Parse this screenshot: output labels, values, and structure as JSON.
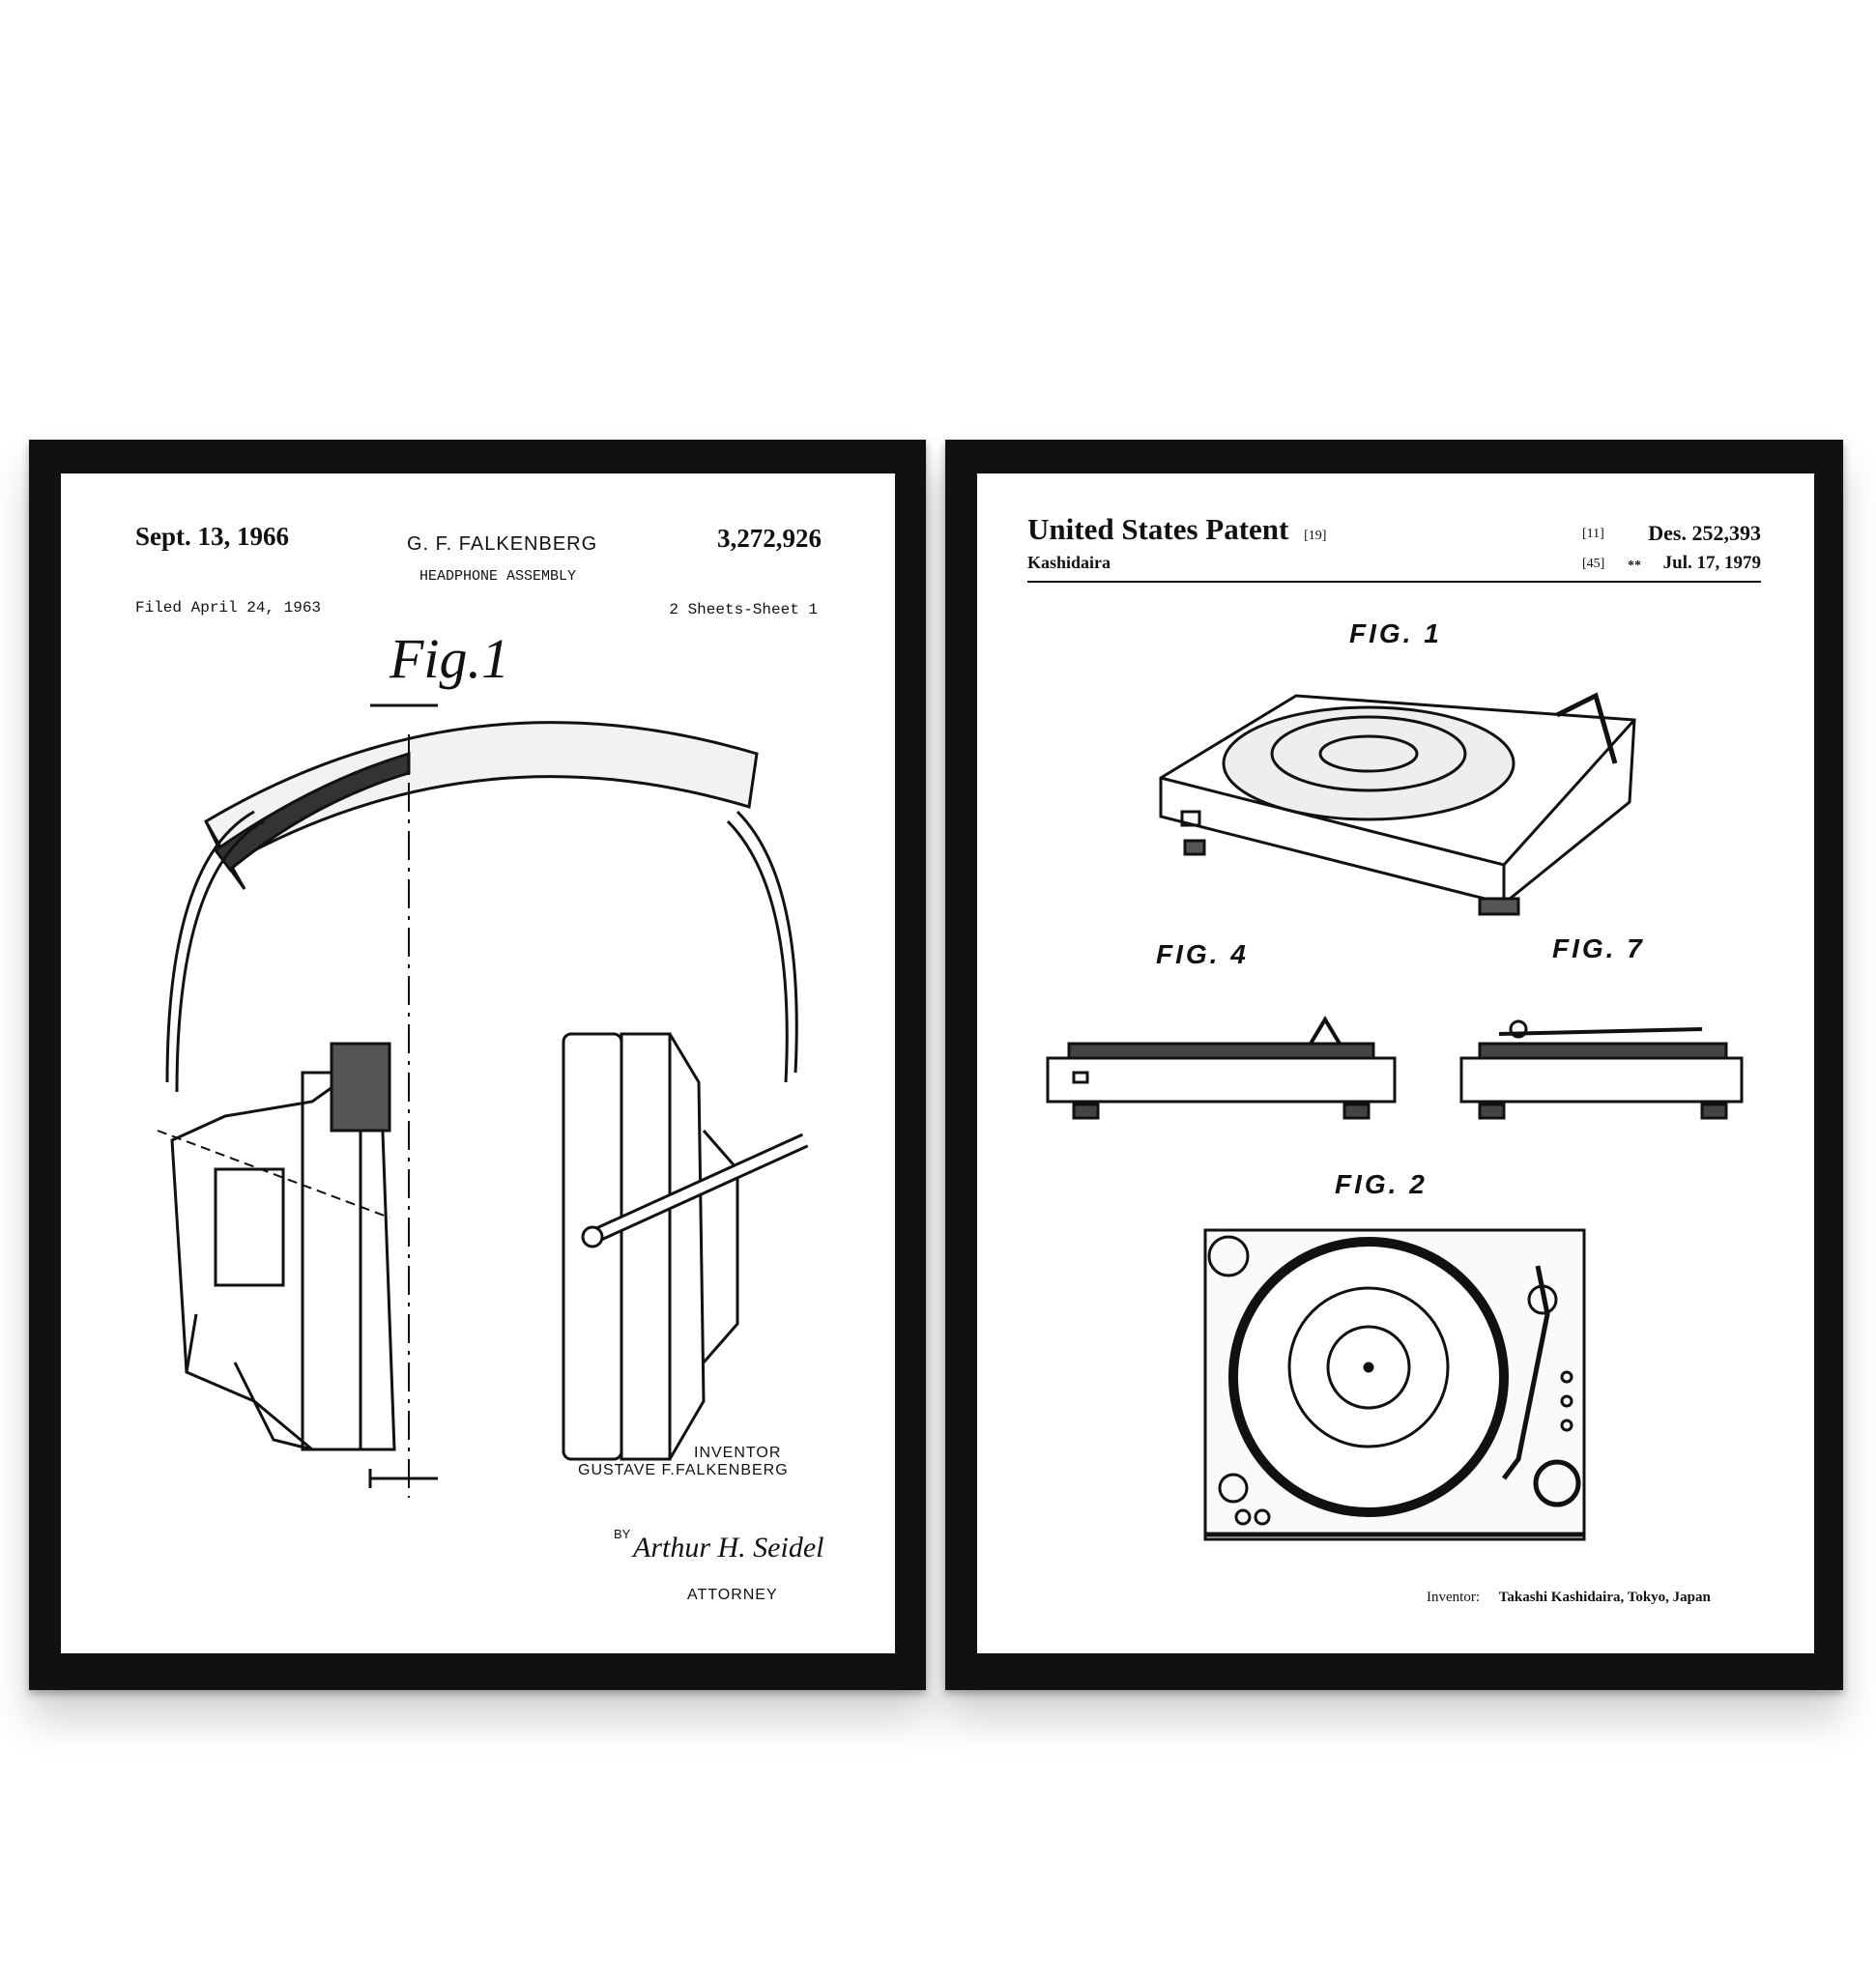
{
  "left_poster": {
    "date": "Sept. 13, 1966",
    "inventor_header": "G. F. FALKENBERG",
    "patent_number": "3,272,926",
    "title": "HEADPHONE ASSEMBLY",
    "filed": "Filed April 24, 1963",
    "sheets": "2 Sheets-Sheet 1",
    "figure_label": "Fig.1",
    "inventor_label": "INVENTOR",
    "inventor_name": "GUSTAVE F.FALKENBERG",
    "by_label": "BY",
    "signature": "Arthur H. Seidel",
    "attorney_label": "ATTORNEY"
  },
  "right_poster": {
    "heading": "United States Patent",
    "heading_code": "[19]",
    "applicant": "Kashidaira",
    "number_code": "[11]",
    "patent_number": "Des. 252,393",
    "date_code": "[45]",
    "date_marker": "**",
    "date": "Jul. 17, 1979",
    "fig1": "FIG. 1",
    "fig4": "FIG. 4",
    "fig7": "FIG. 7",
    "fig2": "FIG. 2",
    "inventor_label": "Inventor:",
    "inventor_value": "Takashi Kashidaira, Tokyo, Japan"
  },
  "colors": {
    "frame": "#111111",
    "paper": "#ffffff",
    "ink": "#111111"
  }
}
